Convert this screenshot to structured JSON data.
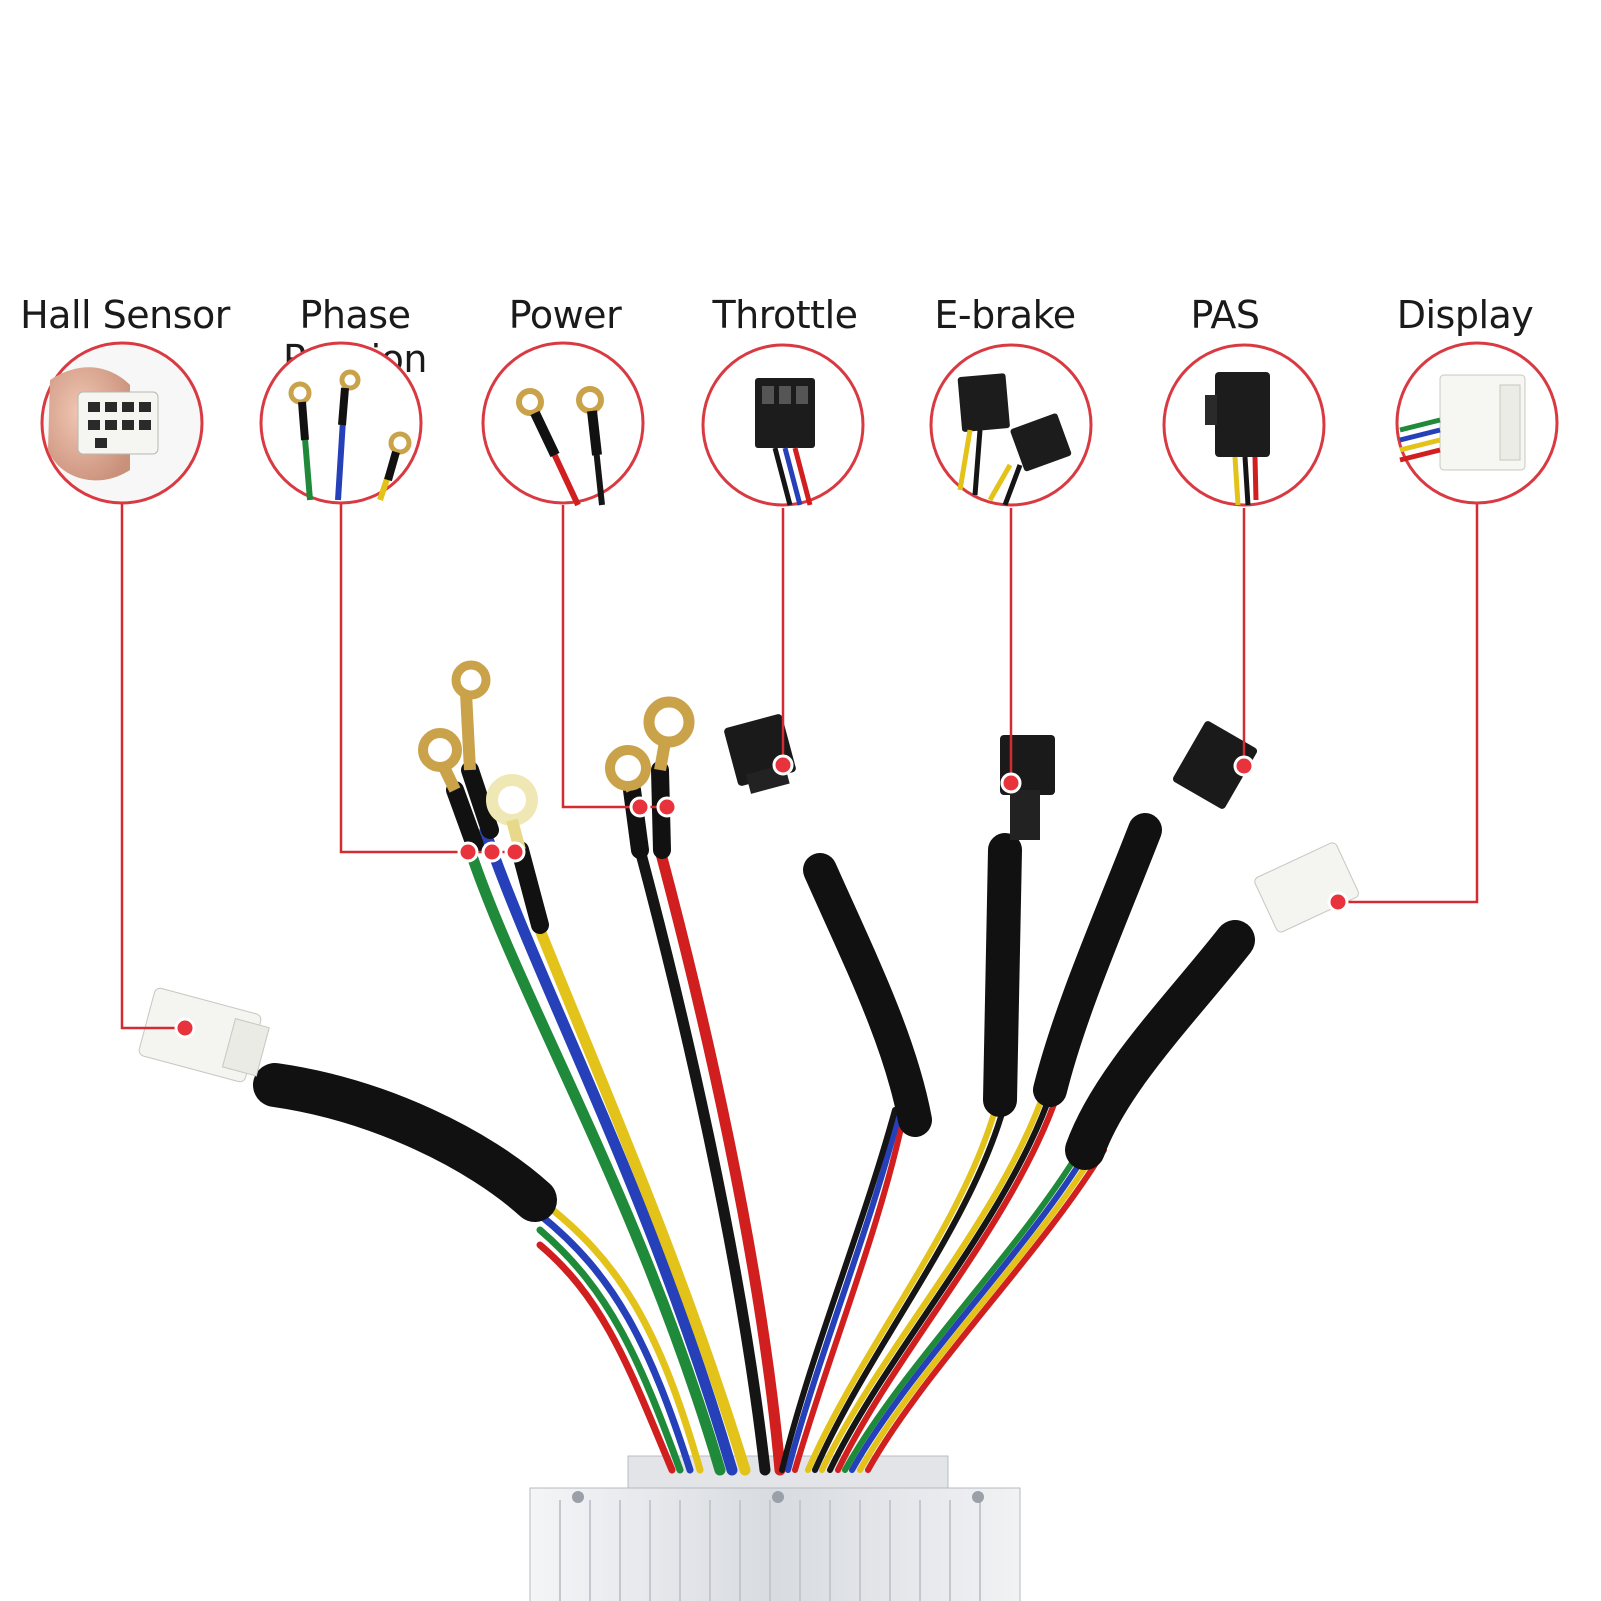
{
  "connectors": [
    {
      "id": "hall-sensor",
      "label": "Hall Sensor"
    },
    {
      "id": "phase-position",
      "label": "Phase Position"
    },
    {
      "id": "power",
      "label": "Power"
    },
    {
      "id": "throttle",
      "label": "Throttle"
    },
    {
      "id": "e-brake",
      "label": "E-brake"
    },
    {
      "id": "pas",
      "label": "PAS"
    },
    {
      "id": "display",
      "label": "Display"
    }
  ],
  "colors": {
    "callout_line": "#d42a32",
    "callout_dot": "#e8323c",
    "circle_border": "#d93a42",
    "heatshrink": "#111111",
    "wire_red": "#d11f1f",
    "wire_green": "#1f8a3a",
    "wire_blue": "#2540b8",
    "wire_yellow": "#e3c21a",
    "wire_black": "#151515",
    "terminal_brass": "#c9a24a",
    "controller_case": "#d9dde2"
  }
}
